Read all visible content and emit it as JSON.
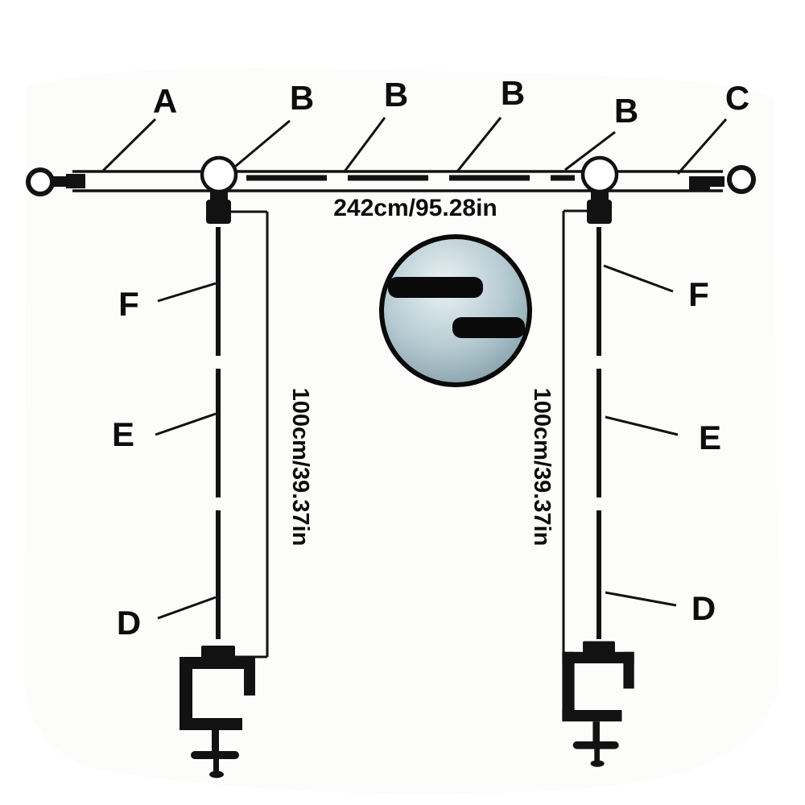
{
  "labels": {
    "a": "A",
    "b1": "B",
    "b2": "B",
    "b3": "B",
    "b4": "B",
    "c": "C",
    "f_left": "F",
    "e_left": "E",
    "d_left": "D",
    "f_right": "F",
    "e_right": "E",
    "d_right": "D"
  },
  "dimensions": {
    "crossbar": "242cm/95.28in",
    "left_pole": "100cm/39.37in",
    "right_pole": "100cm/39.37in"
  },
  "colors": {
    "ink": "#121212",
    "detail_fill_light": "#e8f1f4",
    "detail_fill_dark": "#7c97a1",
    "background": "#ffffff"
  }
}
